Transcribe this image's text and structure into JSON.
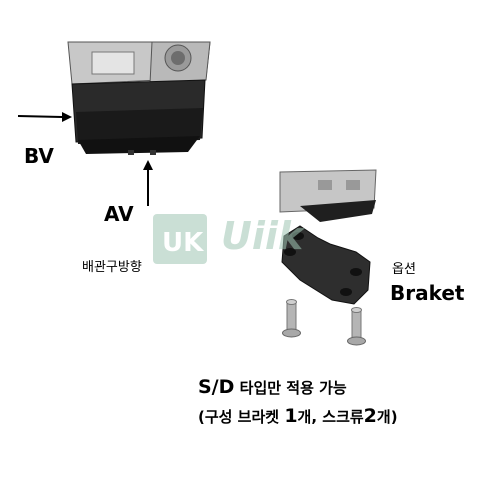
{
  "labels": {
    "bv": "BV",
    "av": "AV",
    "piping_direction": "배관구방향",
    "option": "옵션",
    "bracket": "Braket",
    "watermark": "Uiik"
  },
  "caption": {
    "line1_lead": "S/D",
    "line1_rest": "타입만 적용 가능",
    "line2_open": "(구성 브라켓 ",
    "line2_count1": "1",
    "line2_mid": "개, 스크류",
    "line2_count2": "2",
    "line2_close": "개)"
  },
  "colors": {
    "valve_body": "#1f1f1f",
    "valve_top": "#c9c9c9",
    "bracket": "#2a2a2a",
    "screw": "#b0b0b0",
    "watermark": "#9fc5b4"
  },
  "icons": {
    "watermark_logo": "uk-logo-icon"
  }
}
